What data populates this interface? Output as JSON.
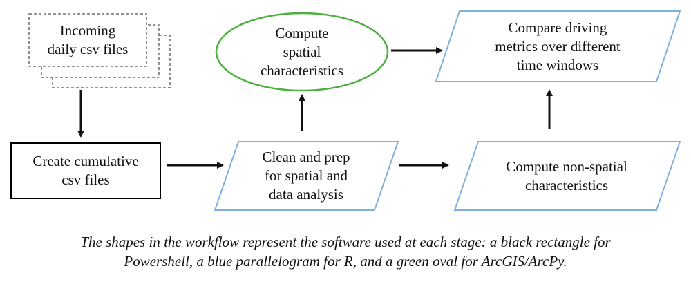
{
  "nodes": {
    "incoming": {
      "label": "Incoming\ndaily csv files"
    },
    "create": {
      "label": "Create cumulative\ncsv files"
    },
    "clean": {
      "label": "Clean and prep\nfor spatial and\ndata analysis"
    },
    "spatial": {
      "label": "Compute\nspatial\ncharacteristics"
    },
    "nonspatial": {
      "label": "Compute non-spatial\ncharacteristics"
    },
    "compare": {
      "label": "Compare driving\nmetrics over different\ntime windows"
    }
  },
  "caption": {
    "line1": "The shapes in the workflow represent the software used at each stage: a black rectangle for",
    "line2": "Powershell, a blue parallelogram for R, and a green oval for ArcGIS/ArcPy."
  },
  "colors": {
    "powershell_rect": "#000000",
    "r_parallelogram": "#7fb0dc",
    "arcgis_oval": "#4caf3e",
    "dashed_box": "#555555",
    "arrow": "#111111"
  }
}
